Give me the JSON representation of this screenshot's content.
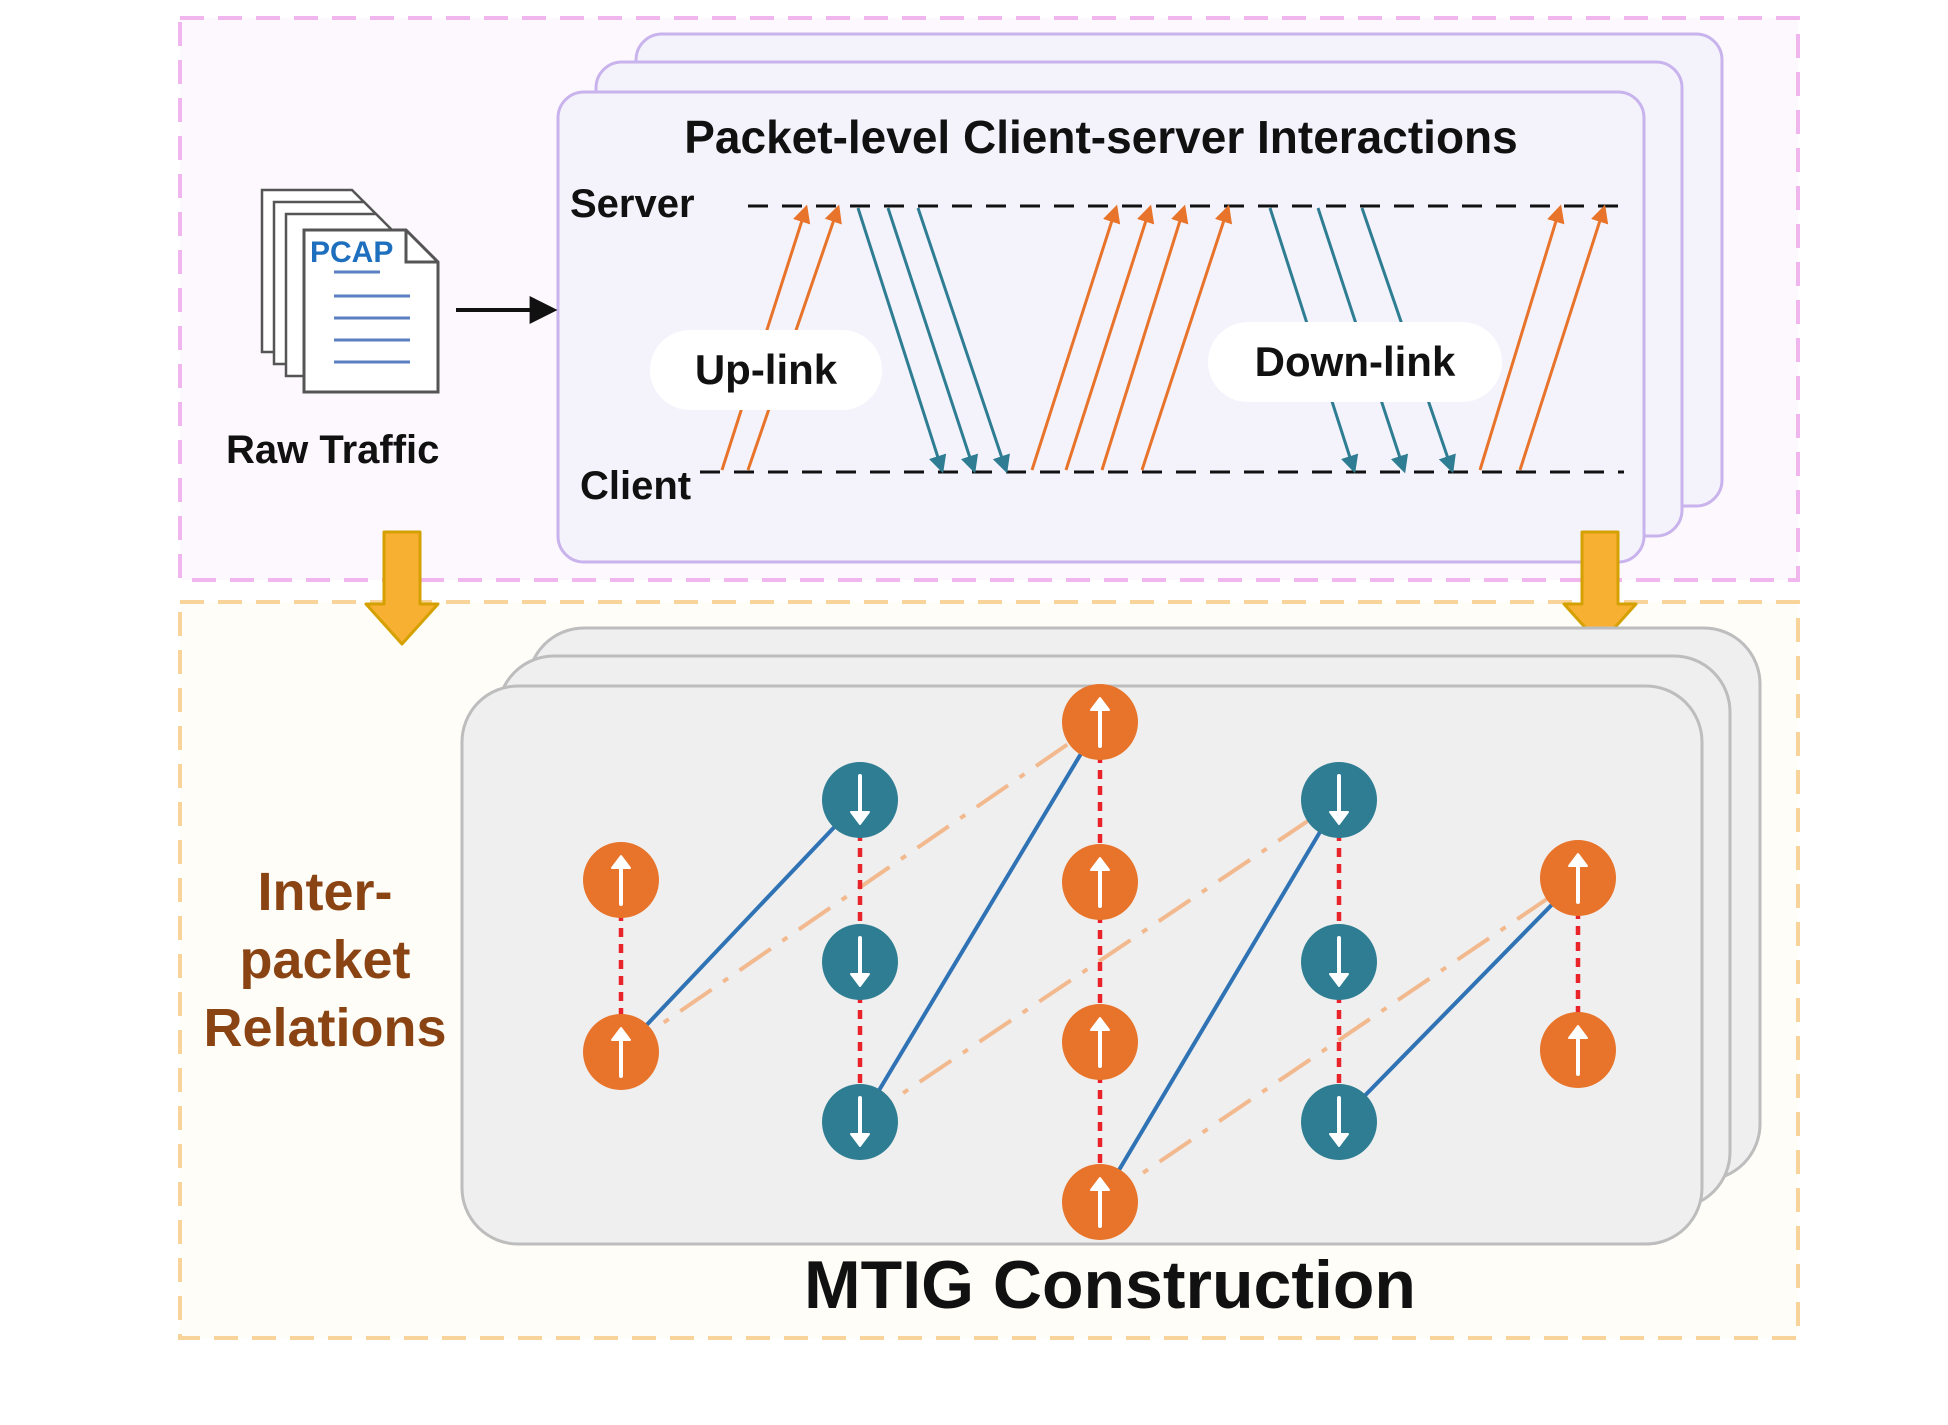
{
  "raw_traffic": {
    "file_badge": "PCAP",
    "label": "Raw Traffic"
  },
  "interaction": {
    "title": "Packet-level Client-server Interactions",
    "server_label": "Server",
    "client_label": "Client",
    "uplink_label": "Up-link",
    "downlink_label": "Down-link"
  },
  "mtig": {
    "side_label_line1": "Inter-",
    "side_label_line2": "packet",
    "side_label_line3": "Relations",
    "title": "MTIG Construction"
  },
  "colors": {
    "top_region_border": "#f2b6ee",
    "top_region_fill": "#fdf8fd",
    "bottom_region_border": "#f9d49a",
    "bottom_region_fill": "#fffdf8",
    "panel_border": "#c9b3ec",
    "panel_fill": "#f4f3fc",
    "graph_panel_border": "#bdbdbd",
    "graph_panel_fill": "#efefef",
    "uplink": "#e8732a",
    "downlink": "#2e7d92",
    "same_dir_edge": "#e8232a",
    "cross_edge": "#2f73b5",
    "skip_edge": "#f2b98e",
    "big_arrow": "#f8b033",
    "side_label": "#8a4313"
  },
  "icons": [
    "pcap-file-icon",
    "right-arrow-icon",
    "down-block-arrow-icon",
    "up-arrow-icon",
    "down-arrow-icon"
  ]
}
